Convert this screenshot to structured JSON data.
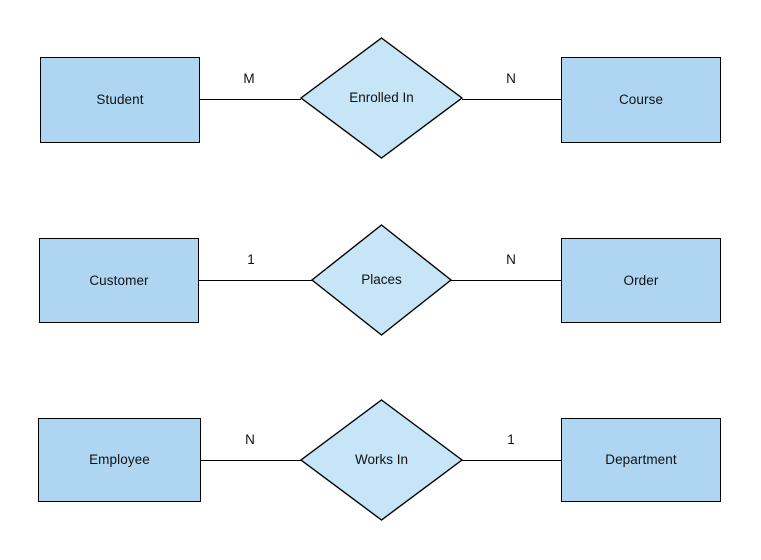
{
  "diagram": {
    "type": "entity-relationship-diagram",
    "background_color": "#ffffff",
    "entity_fill_color": "#aed6f2",
    "relationship_fill_color": "#c6e5f7",
    "stroke_color": "#000000"
  },
  "relationships": [
    {
      "id": "enrolled-in",
      "left_entity": "Student",
      "relationship": "Enrolled In",
      "right_entity": "Course",
      "left_cardinality": "M",
      "right_cardinality": "N"
    },
    {
      "id": "places",
      "left_entity": "Customer",
      "relationship": "Places",
      "right_entity": "Order",
      "left_cardinality": "1",
      "right_cardinality": "N"
    },
    {
      "id": "works-in",
      "left_entity": "Employee",
      "relationship": "Works In",
      "right_entity": "Department",
      "left_cardinality": "N",
      "right_cardinality": "1"
    }
  ]
}
